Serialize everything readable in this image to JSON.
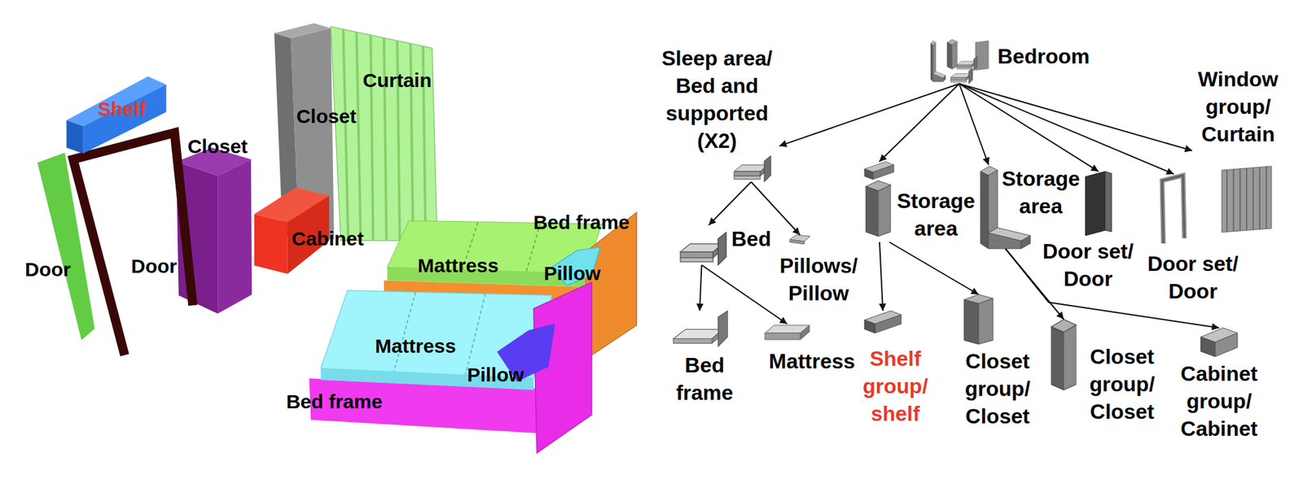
{
  "diagram": {
    "nodes": [
      {
        "text": [
          "Bedroom"
        ]
      },
      {
        "text": [
          "Sleep area/ Bed and supported (X2)"
        ]
      },
      {
        "text": [
          "Storage area"
        ]
      },
      {
        "text": [
          "Storage area"
        ]
      },
      {
        "text": [
          "Door set/ Door"
        ]
      },
      {
        "text": [
          "Door set/ Door"
        ]
      },
      {
        "text": [
          "Window group/ Curtain"
        ]
      },
      {
        "text": [
          "Bed"
        ]
      },
      {
        "text": [
          "Pillows/ Pillow"
        ]
      },
      {
        "text": [
          "Bed frame"
        ]
      },
      {
        "text": [
          "Mattress"
        ]
      },
      {
        "text": [
          "Shelf group/ shelf"
        ]
      },
      {
        "text": [
          "Closet group/ Closet"
        ]
      },
      {
        "text": [
          "Closet group/ Closet"
        ]
      },
      {
        "text": [
          "Cabinet group/ Cabinet"
        ]
      }
    ],
    "edges": [
      {
        "from": 0,
        "to": 1,
        "arrow": "to"
      },
      {
        "from": 0,
        "to": 2,
        "arrow": "to"
      },
      {
        "from": 0,
        "to": 3,
        "arrow": "to"
      },
      {
        "from": 0,
        "to": 4,
        "arrow": "to"
      },
      {
        "from": 0,
        "to": 5,
        "arrow": "to"
      },
      {
        "from": 0,
        "to": 6,
        "arrow": "to"
      },
      {
        "from": 1,
        "to": 7,
        "arrow": "to"
      },
      {
        "from": 1,
        "to": 8,
        "arrow": "to"
      },
      {
        "from": 7,
        "to": 9,
        "arrow": "to"
      },
      {
        "from": 7,
        "to": 10,
        "arrow": "to"
      },
      {
        "from": 2,
        "to": 11,
        "arrow": "to"
      },
      {
        "from": 2,
        "to": 12,
        "arrow": "to"
      },
      {
        "from": 3,
        "to": 13,
        "arrow": "to"
      },
      {
        "from": 3,
        "to": 14,
        "arrow": "to"
      }
    ],
    "labels": [
      "Shelf",
      "Curtain",
      "Closet",
      "Closet",
      "Cabinet",
      "Door",
      "Door",
      "Mattress",
      "Pillow",
      "Bed frame",
      "Mattress",
      "Pillow",
      "Bed frame"
    ]
  }
}
